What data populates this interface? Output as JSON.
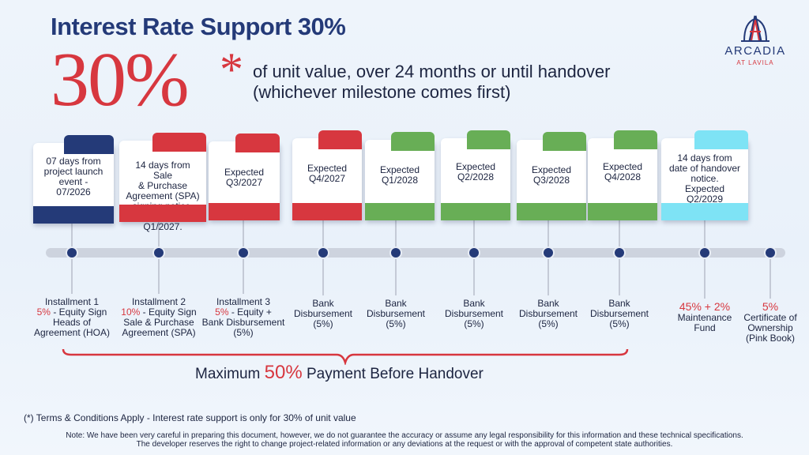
{
  "header": {
    "title": "Interest Rate Support 30%",
    "big_percent": "30%",
    "asterisk": "*",
    "subtitle_line1": "of unit value, over 24 months or until handover",
    "subtitle_line2": "(whichever milestone comes first)"
  },
  "logo": {
    "name": "ARCADIA",
    "sub": "AT LAVILA"
  },
  "colors": {
    "navy": "#243a78",
    "red": "#d7373f",
    "green": "#68ae56",
    "cyan": "#7ee3f5"
  },
  "milestones": [
    {
      "card_color": "navy",
      "card_lines": [
        "07 days from",
        "project launch",
        "event -",
        "07/2026"
      ],
      "label_lines": [
        "Installment 1"
      ],
      "label_pct": "5%",
      "label_rest": [
        "- Equity Sign",
        "Heads of",
        "Agreement (HOA)"
      ]
    },
    {
      "card_color": "red",
      "card_lines": [
        "14 days from Sale",
        "& Purchase",
        "Agreement (SPA)",
        "signing notice.",
        "Expected Q1/2027."
      ],
      "label_lines": [
        "Installment 2"
      ],
      "label_pct": "10%",
      "label_rest": [
        "- Equity Sign",
        "Sale & Purchase",
        "Agreement (SPA)"
      ]
    },
    {
      "card_color": "red",
      "card_lines": [
        "Expected",
        "Q3/2027"
      ],
      "label_lines": [
        "Installment 3"
      ],
      "label_pct": "5%",
      "label_rest": [
        "- Equity +",
        "Bank Disbursement",
        "(5%)"
      ]
    },
    {
      "card_color": "red",
      "card_lines": [
        "Expected",
        "Q4/2027"
      ],
      "label_lines": [
        "Bank",
        "Disbursement",
        "(5%)"
      ]
    },
    {
      "card_color": "green",
      "card_lines": [
        "Expected",
        "Q1/2028"
      ],
      "label_lines": [
        "Bank",
        "Disbursement",
        "(5%)"
      ]
    },
    {
      "card_color": "green",
      "card_lines": [
        "Expected",
        "Q2/2028"
      ],
      "label_lines": [
        "Bank",
        "Disbursement",
        "(5%)"
      ]
    },
    {
      "card_color": "green",
      "card_lines": [
        "Expected",
        "Q3/2028"
      ],
      "label_lines": [
        "Bank",
        "Disbursement",
        "(5%)"
      ]
    },
    {
      "card_color": "green",
      "card_lines": [
        "Expected",
        "Q4/2028"
      ],
      "label_lines": [
        "Bank",
        "Disbursement",
        "(5%)"
      ]
    },
    {
      "card_color": "cyan",
      "card_lines": [
        "14 days from",
        "date of handover",
        "notice.",
        "Expected Q2/2029"
      ],
      "label_pct": "45% + 2%",
      "label_rest": [
        "Maintenance",
        "Fund"
      ]
    },
    {
      "label_pct": "5%",
      "label_rest": [
        "Certificate of",
        "Ownership",
        "(Pink Book)"
      ]
    }
  ],
  "max_payment": {
    "prefix": "Maximum",
    "percent": "50%",
    "suffix": "Payment Before Handover"
  },
  "footer": {
    "terms": "(*) Terms & Conditions Apply - Interest rate support is only for 30% of unit value",
    "note_line1": "Note: We have been very careful in preparing this document, however, we do not guarantee the accuracy or assume any legal responsibility for this information and these technical specifications.",
    "note_line2": "The developer reserves the right to change project-related information or any deviations at the request or with the approval of competent state authorities."
  }
}
